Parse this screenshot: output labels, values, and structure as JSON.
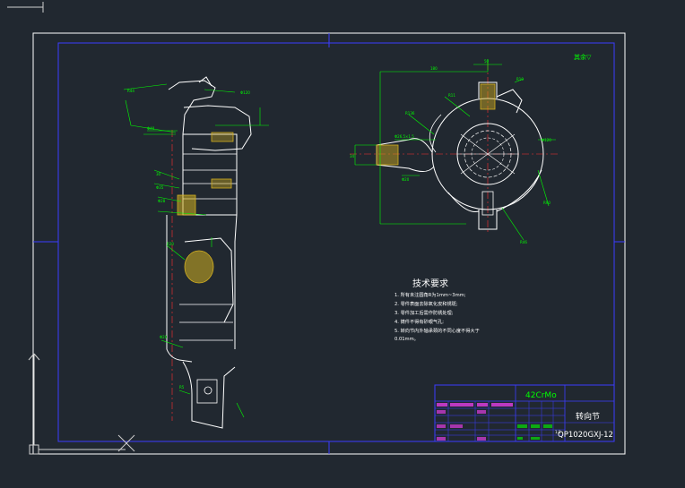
{
  "colors": {
    "background": "#212830",
    "frame": "#ffffff",
    "inner_frame": "#3c3cff",
    "part_outline": "#ffffff",
    "dimension": "#00ff00",
    "center_line": "#ff3030",
    "hatch": "#d4b020",
    "title_magenta": "#ff40ff",
    "title_green": "#00ff00",
    "title_yellow": "#ffff00"
  },
  "drawing": {
    "roughness_note": "其余▽",
    "tech_requirements": {
      "title": "技术要求",
      "items": [
        "1. 所有未注圆角R为1mm~3mm;",
        "2. 零件表面去除氧化皮和锈斑;",
        "3. 零件加工后需作防锈处理;",
        "4. 铸件不得有砂眼气孔;",
        "5. 转向节内外轴承颈的不同心度不得大于",
        "0.01mm。"
      ]
    },
    "title_block": {
      "material": "42CrMo",
      "part_name": "转向节",
      "drawing_number": "QP1020GXJ-12",
      "scale": "1:1"
    }
  }
}
